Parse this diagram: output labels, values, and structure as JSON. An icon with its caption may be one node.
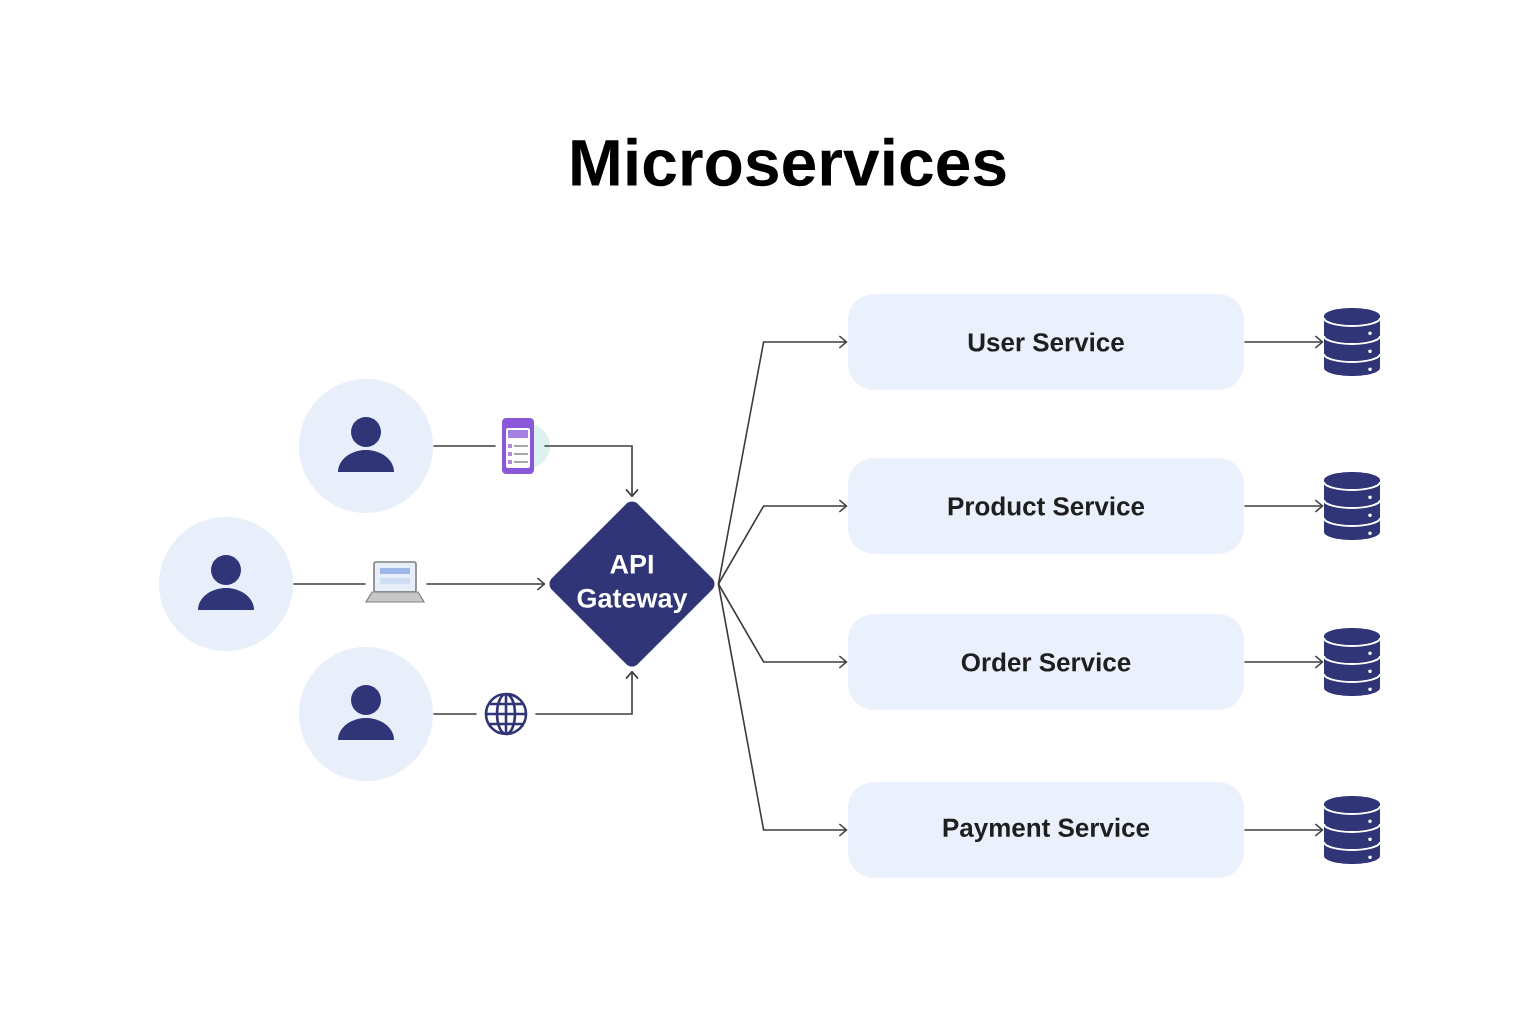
{
  "diagram": {
    "title": "Microservices",
    "nodes": [
      {
        "text": [],
        "shape": "person"
      },
      {
        "text": [],
        "shape": "picture"
      },
      {
        "text": [],
        "shape": "person"
      },
      {
        "text": [],
        "shape": "picture"
      },
      {
        "text": [],
        "shape": "person"
      },
      {
        "text": [],
        "shape": "picture"
      },
      {
        "text": [
          "API Gateway"
        ]
      },
      {
        "text": [
          "User Service"
        ]
      },
      {
        "text": [],
        "shape": "cylinder"
      },
      {
        "text": [
          "Product Service"
        ]
      },
      {
        "text": [],
        "shape": "cylinder"
      },
      {
        "text": [
          "Order Service"
        ]
      },
      {
        "text": [],
        "shape": "cylinder"
      },
      {
        "text": [
          "Payment Service"
        ]
      },
      {
        "text": [],
        "shape": "cylinder"
      }
    ],
    "edges": [
      {
        "from": 0,
        "to": 1,
        "arrow": "none"
      },
      {
        "from": 1,
        "to": 6,
        "arrow": "to"
      },
      {
        "from": 2,
        "to": 3,
        "arrow": "none"
      },
      {
        "from": 3,
        "to": 6,
        "arrow": "to"
      },
      {
        "from": 4,
        "to": 5,
        "arrow": "none"
      },
      {
        "from": 5,
        "to": 6,
        "arrow": "to"
      },
      {
        "from": 6,
        "to": 7,
        "arrow": "to"
      },
      {
        "from": 6,
        "to": 9,
        "arrow": "to"
      },
      {
        "from": 6,
        "to": 11,
        "arrow": "to"
      },
      {
        "from": 6,
        "to": 13,
        "arrow": "to"
      },
      {
        "from": 7,
        "to": 8,
        "arrow": "to"
      },
      {
        "from": 9,
        "to": 10,
        "arrow": "to"
      },
      {
        "from": 11,
        "to": 12,
        "arrow": "to"
      },
      {
        "from": 13,
        "to": 14,
        "arrow": "to"
      }
    ]
  }
}
